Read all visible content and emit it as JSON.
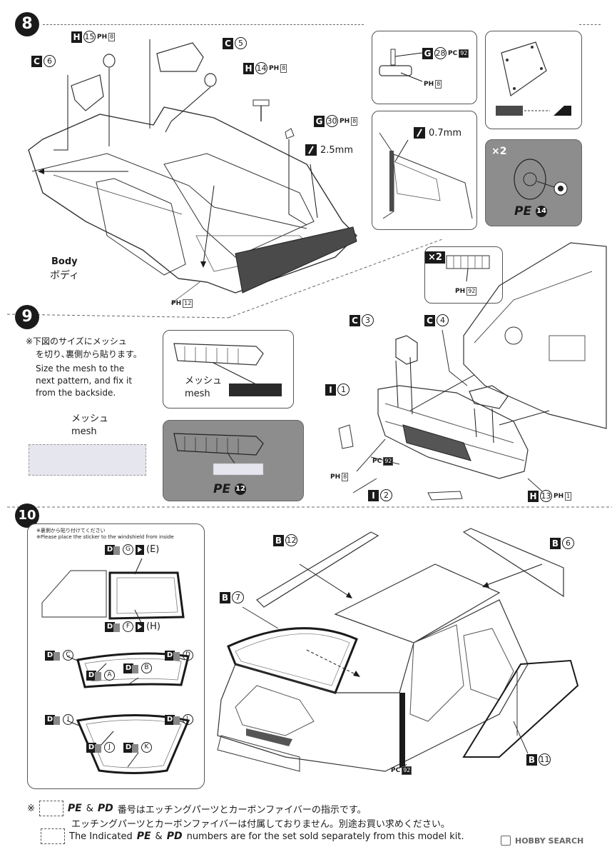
{
  "step8": {
    "number": "8",
    "labels": {
      "h15": {
        "tree": "H",
        "num": "15",
        "ph": "PH",
        "box": "8"
      },
      "c5": {
        "tree": "C",
        "num": "5"
      },
      "c6": {
        "tree": "C",
        "num": "6"
      },
      "h14": {
        "tree": "H",
        "num": "14",
        "ph": "PH",
        "box": "8"
      },
      "g30": {
        "tree": "G",
        "num": "30",
        "ph": "PH",
        "box": "8"
      },
      "ph12": {
        "ph": "PH",
        "box": "12"
      }
    },
    "line_size": "2.5mm",
    "body_en": "Body",
    "body_jp": "ボディ",
    "inset_mirror": {
      "tree": "G",
      "num": "28",
      "pc": "PC",
      "pcbox": "92",
      "ph": "PH",
      "phbox": "8"
    },
    "inset_line": "0.7mm",
    "inset_pe": {
      "mult": "×2",
      "pe": "PE",
      "num": "14"
    }
  },
  "step9": {
    "number": "9",
    "note_jp_1": "※下図のサイズにメッシュ",
    "note_jp_2": "を切り､裏側から貼ります。",
    "note_en_1": "Size the mesh to the",
    "note_en_2": "next pattern, and fix it",
    "note_en_3": "from the backside.",
    "mesh_jp": "メッシュ",
    "mesh_en": "mesh",
    "panel_mesh_jp": "メッシュ",
    "panel_mesh_en": "mesh",
    "pe_panel": {
      "pe": "PE",
      "num": "12"
    },
    "grille_inset": {
      "mult": "×2",
      "ph": "PH",
      "box": "92"
    },
    "labels": {
      "c3": {
        "tree": "C",
        "num": "3"
      },
      "c4": {
        "tree": "C",
        "num": "4"
      },
      "i1": {
        "tree": "I",
        "num": "1"
      },
      "i2": {
        "tree": "I",
        "num": "2"
      },
      "h13": {
        "tree": "H",
        "num": "13",
        "ph": "PH",
        "box": "1"
      },
      "pc92": {
        "pc": "PC",
        "box": "92"
      },
      "ph8": {
        "ph": "PH",
        "box": "8"
      }
    }
  },
  "step10": {
    "number": "10",
    "sticker_jp": "※裏側から貼り付けてください",
    "sticker_en": "※Please place the sticker to the windshield from inside",
    "decals": {
      "top": {
        "d": "D",
        "a": "G",
        "b": "(E)"
      },
      "mid": {
        "d": "D",
        "a": "F",
        "b": "(H)"
      },
      "c": {
        "d": "D",
        "a": "C"
      },
      "dd": {
        "d": "D",
        "a": "D"
      },
      "a": {
        "d": "D",
        "a": "A"
      },
      "b": {
        "d": "D",
        "a": "B"
      },
      "i": {
        "d": "D",
        "a": "I"
      },
      "l": {
        "d": "D",
        "a": "L"
      },
      "j": {
        "d": "D",
        "a": "J"
      },
      "k": {
        "d": "D",
        "a": "K"
      }
    },
    "labels": {
      "b12": {
        "tree": "B",
        "num": "12"
      },
      "b6": {
        "tree": "B",
        "num": "6"
      },
      "b7": {
        "tree": "B",
        "num": "7"
      },
      "b11": {
        "tree": "B",
        "num": "11"
      },
      "pc92": {
        "pc": "PC",
        "box": "92"
      }
    }
  },
  "footer": {
    "mark": "※",
    "pe": "PE",
    "amp": "&",
    "pd": "PD",
    "line1": "番号はエッチングパーツとカーボンファイバーの指示です。",
    "line2": "エッチングパーツとカーボンファイバーは付属しておりません。別途お買い求めください。",
    "line3_a": "The Indicated",
    "line3_b": "numbers are for the set sold separately from this model kit.",
    "watermark": "HOBBY SEARCH"
  },
  "colors": {
    "ink": "#1a1a1a",
    "panel_gray": "#8d8d8d",
    "mesh_fill": "#e6e6ee",
    "dark_part": "#4a4a4a"
  }
}
